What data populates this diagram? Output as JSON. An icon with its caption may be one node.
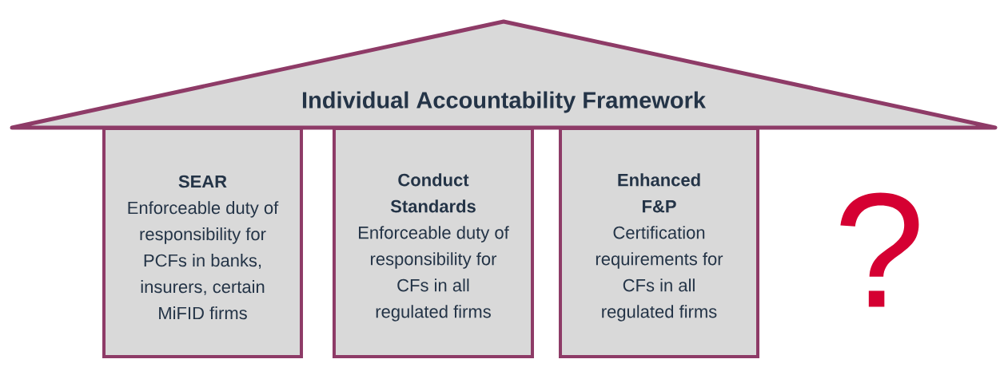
{
  "diagram": {
    "nodes": [
      {
        "text": [
          "Individual Accountability Framework"
        ]
      },
      {
        "text": [
          "SEAR",
          "Enforceable duty of responsibility for PCFs in banks, insurers, certain MiFID firms"
        ]
      },
      {
        "text": [
          "Conduct Standards",
          "Enforceable duty of responsibility for CFs in all regulated firms"
        ]
      },
      {
        "text": [
          "Enhanced F&P",
          "Certification requirements for CFs in all regulated firms"
        ]
      }
    ],
    "labels": [
      "?"
    ]
  }
}
